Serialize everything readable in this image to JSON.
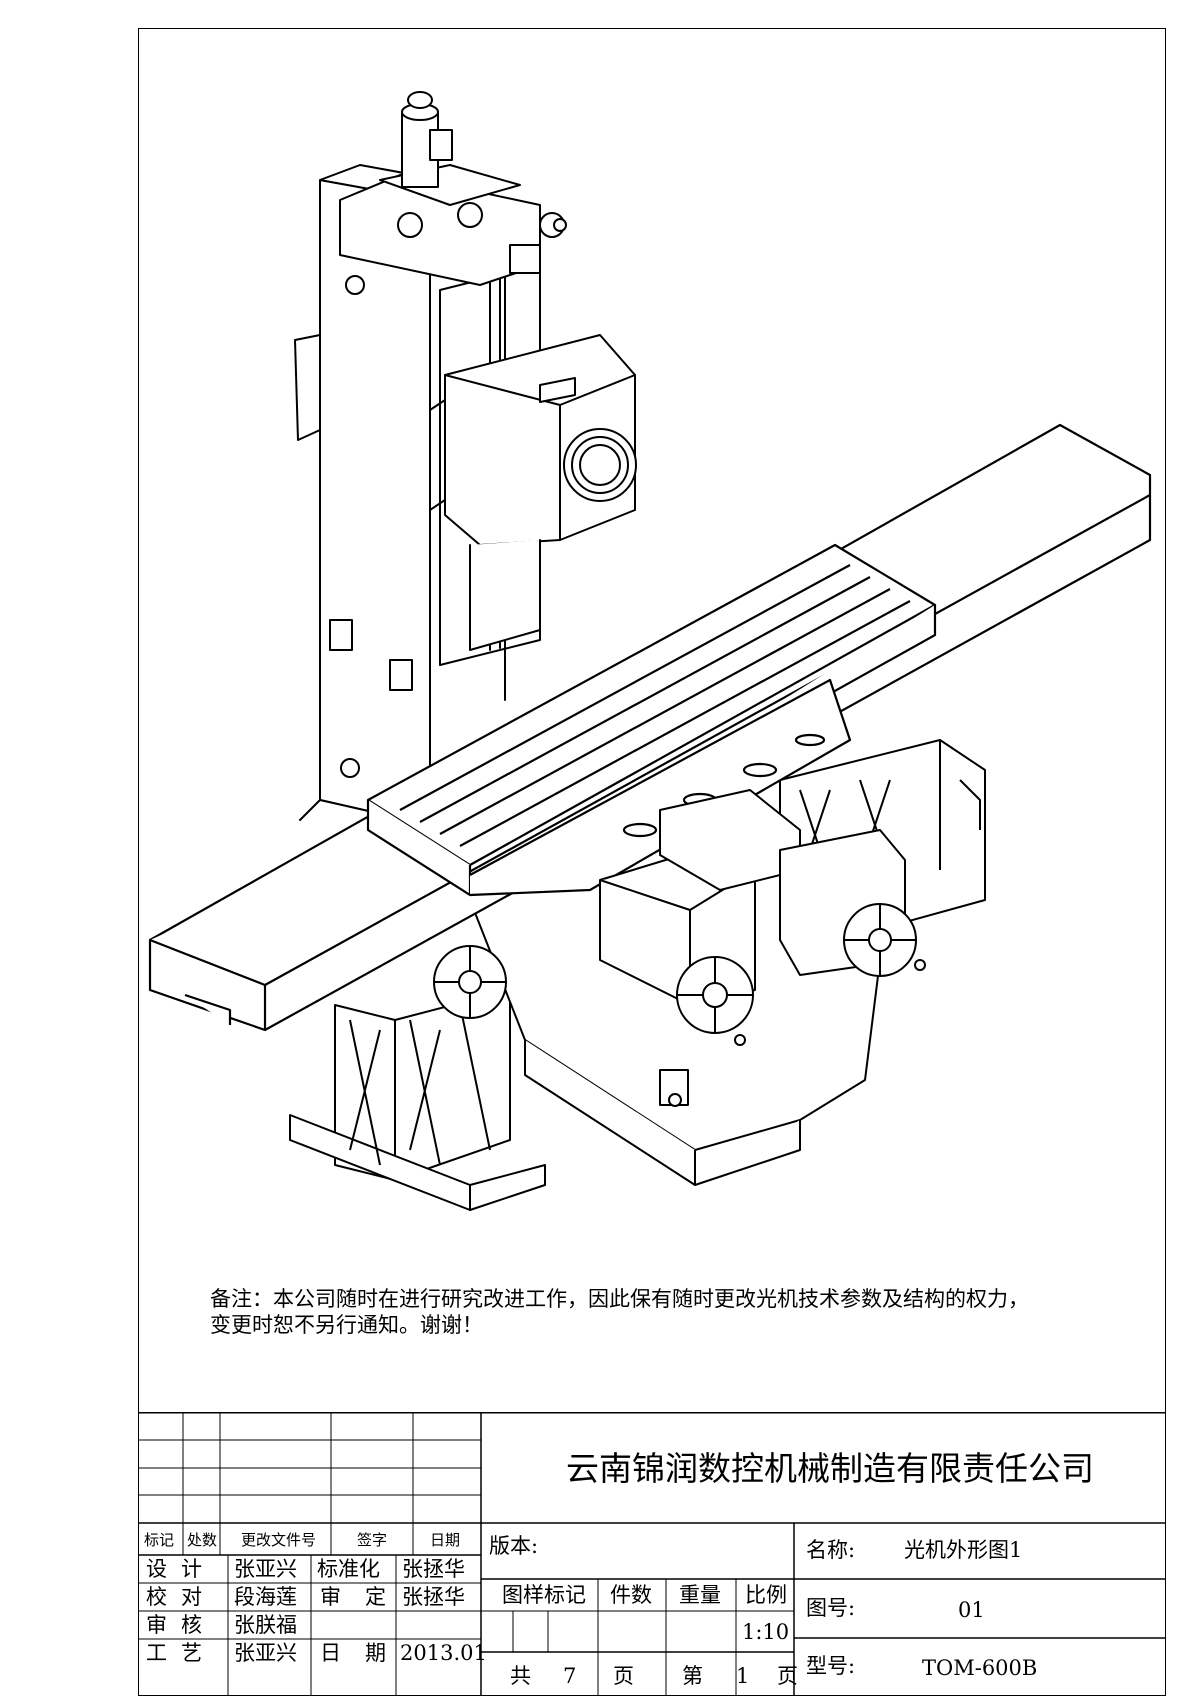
{
  "note": {
    "line1": "备注：本公司随时在进行研究改进工作，因此保有随时更改光机技术参数及结构的权力，",
    "line2": "变更时恕不另行通知。谢谢！"
  },
  "title_block": {
    "company": "云南锦润数控机械制造有限责任公司",
    "revision_headers": {
      "mark": "标记",
      "count": "处数",
      "doc": "更改文件号",
      "sign": "签字",
      "date": "日期"
    },
    "roles": [
      {
        "role": "设计",
        "name": "张亚兴",
        "role2": "标准化",
        "name2": "张拯华"
      },
      {
        "role": "校对",
        "name": "段海莲",
        "role2": "审定",
        "name2": "张拯华"
      },
      {
        "role": "审核",
        "name": "张朕福",
        "role2": "",
        "name2": ""
      },
      {
        "role": "工艺",
        "name": "张亚兴",
        "role2": "日期",
        "name2": "2013.01"
      }
    ],
    "version_label": "版本:",
    "stage_mark_label": "图样标记",
    "quantity_label": "件数",
    "weight_label": "重量",
    "scale_label": "比例",
    "scale_value": "1:10",
    "total_label": "共",
    "total_pages": "7",
    "page_unit": "页",
    "sheet_label": "第",
    "sheet_number": "1",
    "sheet_unit": "页",
    "name_label": "名称:",
    "name_value": "光机外形图1",
    "drawing_no_label": "图号:",
    "drawing_no_value": "01",
    "model_label": "型号:",
    "model_value": "TOM-600B"
  }
}
